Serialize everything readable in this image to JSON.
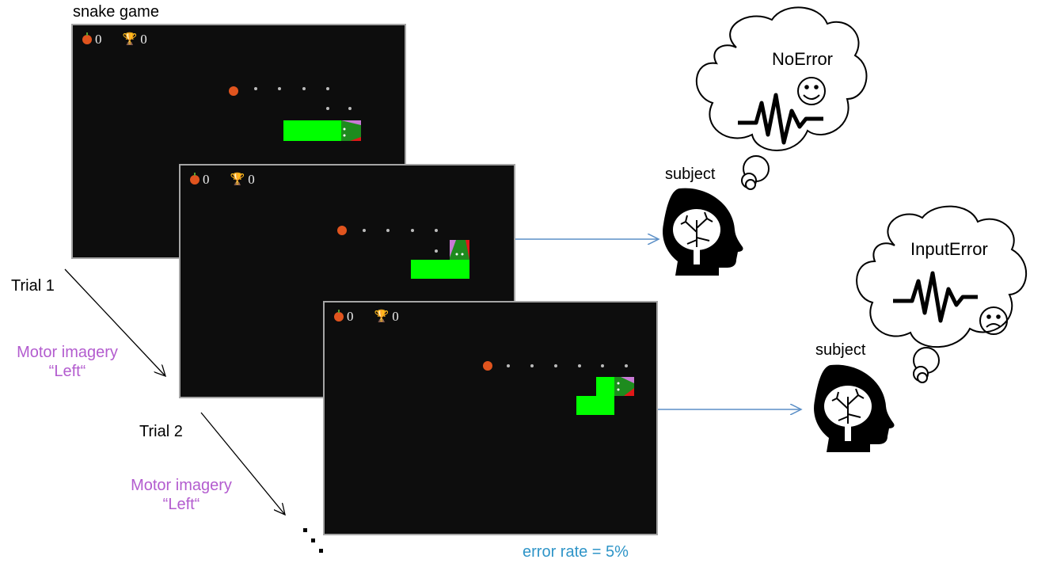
{
  "title": "snake game",
  "screens": [
    {
      "apples": "0",
      "trophies": "0"
    },
    {
      "apples": "0",
      "trophies": "0"
    },
    {
      "apples": "0",
      "trophies": "0"
    }
  ],
  "trials": [
    {
      "label": "Trial 1",
      "mi_line1": "Motor imagery",
      "mi_line2": "“Left“"
    },
    {
      "label": "Trial 2",
      "mi_line1": "Motor imagery",
      "mi_line2": "“Left“"
    }
  ],
  "error_rate": "error rate = 5%",
  "subjects": [
    {
      "label": "subject",
      "thought": "NoError"
    },
    {
      "label": "subject",
      "thought": "InputError"
    }
  ],
  "colors": {
    "screen_bg": "#0d0d0d",
    "snake": "#00ff00",
    "apple": "#e0541e",
    "mi_text": "#b35ccf",
    "arrow": "#5b8fc7",
    "error_text": "#2f95c8"
  },
  "icons": [
    "apple-icon",
    "trophy-icon",
    "brain-head-icon",
    "smiley-icon",
    "sad-face-icon",
    "thought-cloud-icon"
  ]
}
